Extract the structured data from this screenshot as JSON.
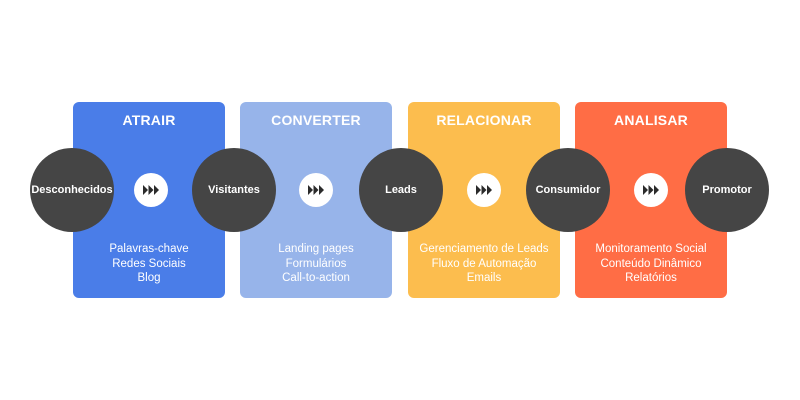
{
  "stages": [
    {
      "title": "ATRAIR",
      "color": "#4a7de8",
      "items": [
        "Palavras-chave",
        "Redes Sociais",
        "Blog"
      ]
    },
    {
      "title": "CONVERTER",
      "color": "#97b4ea",
      "items": [
        "Landing pages",
        "Formulários",
        "Call-to-action"
      ]
    },
    {
      "title": "RELACIONAR",
      "color": "#fcbd4e",
      "items": [
        "Gerenciamento de Leads",
        "Fluxo de Automação",
        "Emails"
      ]
    },
    {
      "title": "ANALISAR",
      "color": "#ff6d45",
      "items": [
        "Monitoramento Social",
        "Conteúdo Dinâmico",
        "Relatórios"
      ]
    }
  ],
  "nodes": [
    "Desconhecidos",
    "Visitantes",
    "Leads",
    "Consumidor",
    "Promotor"
  ],
  "node_color": "#454545",
  "arrow_icon": "fast-forward-icon"
}
